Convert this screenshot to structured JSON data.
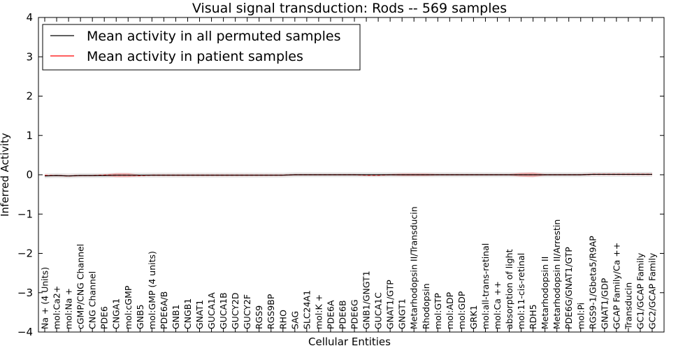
{
  "chart_data": {
    "type": "line",
    "title": "Visual signal transduction: Rods -- 569 samples",
    "xlabel": "Cellular Entities",
    "ylabel": "Inferred Activity",
    "ylim": [
      -4,
      4
    ],
    "yticks": [
      "4",
      "3",
      "2",
      "1",
      "0",
      "−1",
      "−2",
      "−3",
      "−4"
    ],
    "ytick_values": [
      4,
      3,
      2,
      1,
      0,
      -1,
      -2,
      -3,
      -4
    ],
    "legend_position": "top-left",
    "categories": [
      "Na + (4 Units)",
      "mol:Ca2+",
      "mol:Na +",
      "cGMP/CNG Channel",
      "CNG Channel",
      "PDE6",
      "CNGA1",
      "mol:cGMP",
      "GNB5",
      "mol:GMP (4 units)",
      "PDE6A/B",
      "GNB1",
      "CNGB1",
      "GNAT1",
      "GUCA1A",
      "GUCA1B",
      "GUCY2D",
      "GUCY2F",
      "RGS9",
      "RGS9BP",
      "RHO",
      "SAG",
      "SLC24A1",
      "mol:K +",
      "PDE6A",
      "PDE6B",
      "PDE6G",
      "GNB1/GNGT1",
      "GUCA1C",
      "GNAT1/GTP",
      "GNGT1",
      "Metarhodopsin II/Transducin",
      "Rhodopsin",
      "mol:GTP",
      "mol:ADP",
      "mol:GDP",
      "GRK1",
      "mol:all-trans-retinal",
      "mol:Ca ++",
      "absorption of light",
      "mol:11-cis-retinal",
      "RDH5",
      "Metarhodopsin II",
      "Metarhodopsin II/Arrestin",
      "PDE6G/GNAT1/GTP",
      "mol:Pi",
      "RGS9-1/Gbeta5/R9AP",
      "GNAT1/GDP",
      "GCAP Family/Ca ++",
      "Transducin",
      "GC1/GCAP Family",
      "GC2/GCAP Family"
    ],
    "series": [
      {
        "name": "Mean activity in all permuted samples",
        "color": "#000000",
        "values": [
          -0.03,
          -0.02,
          -0.03,
          -0.02,
          -0.02,
          -0.02,
          -0.01,
          -0.01,
          -0.01,
          -0.01,
          -0.01,
          -0.01,
          -0.01,
          -0.01,
          -0.01,
          -0.01,
          -0.01,
          -0.01,
          -0.01,
          -0.01,
          -0.01,
          0.0,
          0.0,
          0.0,
          0.0,
          0.0,
          0.0,
          0.0,
          0.0,
          0.0,
          0.0,
          0.0,
          0.0,
          0.0,
          0.0,
          0.0,
          0.0,
          0.0,
          0.0,
          0.0,
          0.0,
          0.0,
          0.0,
          0.0,
          0.0,
          0.0,
          0.01,
          0.01,
          0.01,
          0.01,
          0.01,
          0.01
        ],
        "band": 0.06
      },
      {
        "name": "Mean activity in patient samples",
        "color": "#ff0000",
        "values": [
          -0.02,
          -0.02,
          -0.03,
          -0.02,
          -0.02,
          -0.01,
          -0.01,
          -0.01,
          -0.02,
          -0.01,
          -0.01,
          -0.01,
          -0.01,
          -0.01,
          -0.01,
          -0.01,
          -0.01,
          -0.01,
          -0.01,
          -0.01,
          -0.01,
          0.0,
          0.0,
          0.0,
          0.0,
          0.0,
          0.0,
          -0.01,
          -0.01,
          0.0,
          0.0,
          0.0,
          0.0,
          0.0,
          0.0,
          0.0,
          0.0,
          0.0,
          0.0,
          0.0,
          0.0,
          0.0,
          0.0,
          0.0,
          0.0,
          0.0,
          0.01,
          0.01,
          0.01,
          0.01,
          0.01,
          0.01
        ],
        "band": [
          0.02,
          0.02,
          0.02,
          0.02,
          0.02,
          0.02,
          0.05,
          0.05,
          0.02,
          0.02,
          0.02,
          0.02,
          0.02,
          0.02,
          0.02,
          0.02,
          0.02,
          0.02,
          0.02,
          0.02,
          0.02,
          0.02,
          0.02,
          0.02,
          0.02,
          0.02,
          0.02,
          0.02,
          0.02,
          0.02,
          0.03,
          0.03,
          0.03,
          0.02,
          0.02,
          0.02,
          0.02,
          0.02,
          0.02,
          0.02,
          0.05,
          0.06,
          0.02,
          0.02,
          0.02,
          0.02,
          0.02,
          0.02,
          0.02,
          0.02,
          0.02,
          0.02
        ]
      }
    ]
  }
}
